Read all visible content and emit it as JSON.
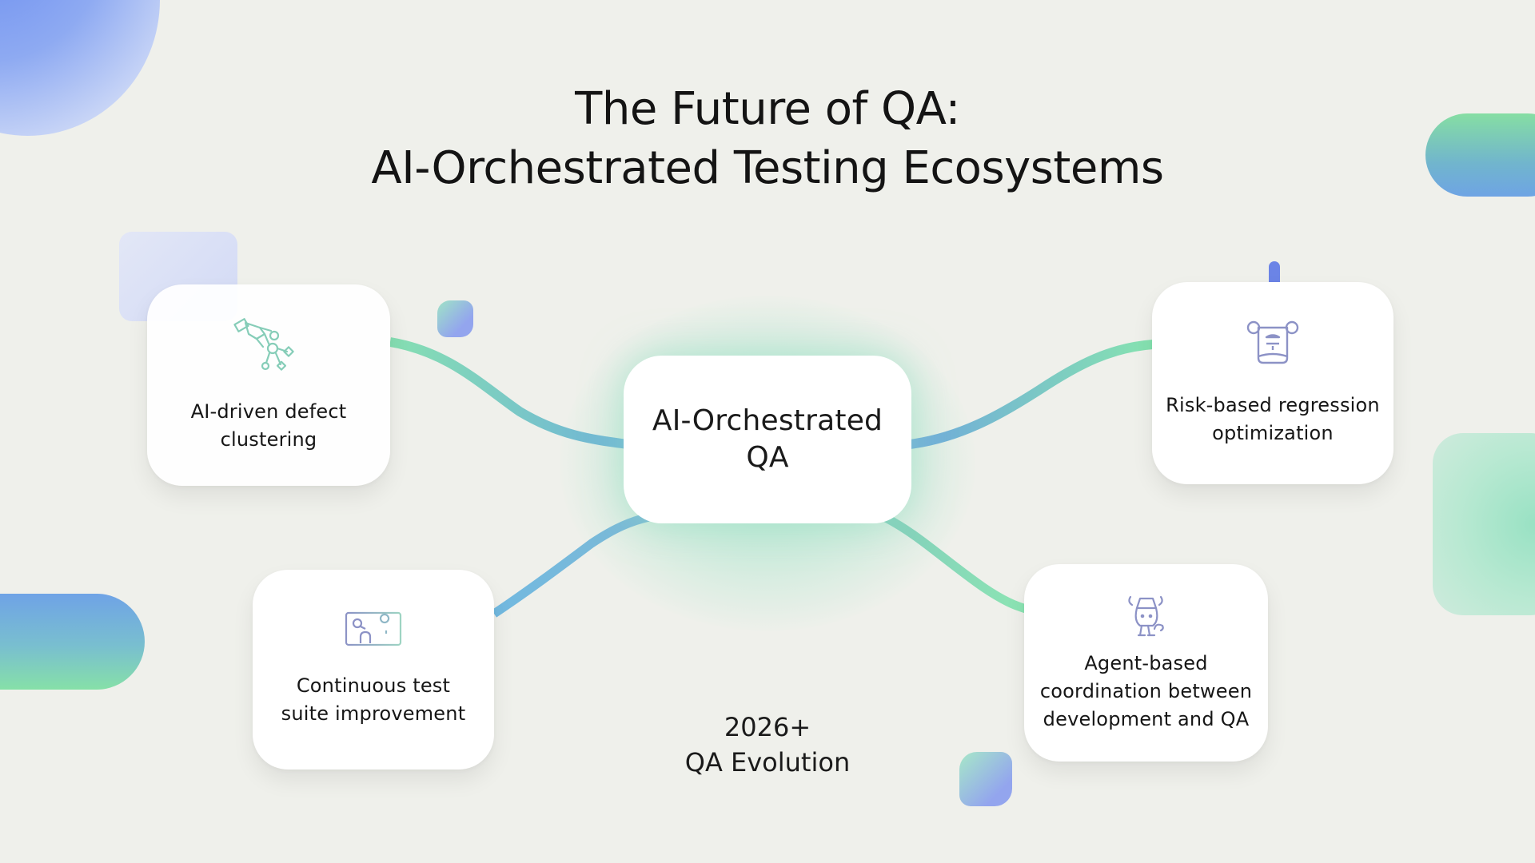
{
  "slide": {
    "title_line1": "The Future of QA:",
    "title_line2": "AI-Orchestrated Testing Ecosystems",
    "background_color": "#eff0eb"
  },
  "center_node": {
    "label": "AI-Orchestrated\nQA",
    "glow_color": "#96e1c3"
  },
  "nodes": [
    {
      "position": "top-left",
      "label": "AI-driven defect\nclustering",
      "icon": "network-cluster-icon",
      "icon_color": "#86cdb8"
    },
    {
      "position": "top-right",
      "label": "Risk-based regression\noptimization",
      "icon": "robot-head-icon",
      "icon_color": "#8c92c6"
    },
    {
      "position": "bottom-left",
      "label": "Continuous test\nsuite improvement",
      "icon": "board-shapes-icon",
      "icon_color": "#8c92c6"
    },
    {
      "position": "bottom-right",
      "label": "Agent-based\ncoordination between\ndevelopment and QA",
      "icon": "agent-robot-icon",
      "icon_color": "#8c92c6"
    }
  ],
  "footer": {
    "label": "2026+\nQA Evolution"
  },
  "colors": {
    "connector_green": "#86e0b0",
    "connector_blue": "#6fb3d8",
    "accent_blue": "#6d8ff0",
    "accent_indigo": "#6b84e6"
  }
}
